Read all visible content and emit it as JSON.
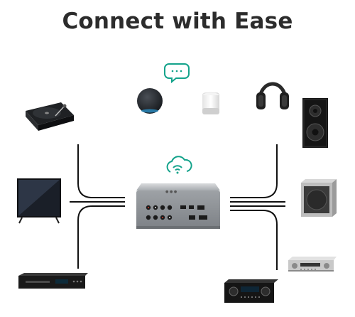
{
  "title": "Connect with Ease",
  "colors": {
    "accent": "#14a38b",
    "line": "#111111",
    "title": "#2c2c2c"
  },
  "icons": {
    "voice": "chat-bubble-icon",
    "network": "wifi-cloud-icon"
  },
  "devices": [
    "turntable",
    "smart-speaker-round",
    "smart-speaker-cylinder",
    "headphones",
    "tower-speaker",
    "television",
    "hub-streamer",
    "subwoofer",
    "stereo-amplifier",
    "blu-ray-player",
    "av-receiver"
  ]
}
